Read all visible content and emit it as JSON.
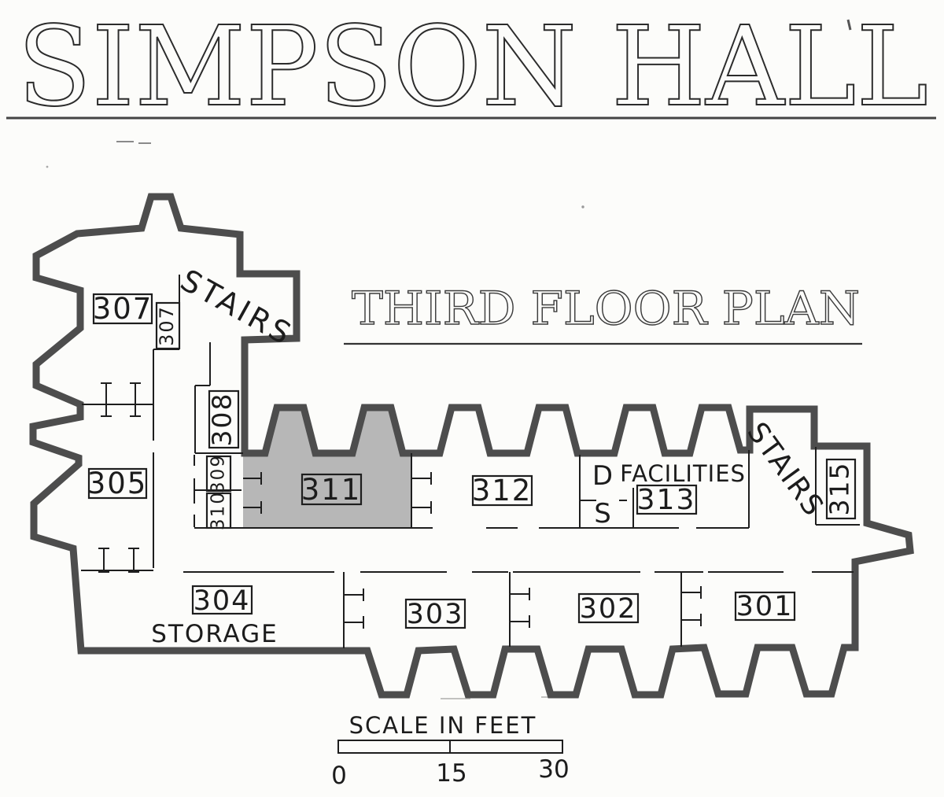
{
  "page": {
    "paper_color": "#fcfcfa"
  },
  "title": {
    "text": "SIMPSON HALL"
  },
  "subtitle": {
    "text": "THIRD FLOOR PLAN"
  },
  "plan": {
    "wall_color": "#4d4d4d",
    "line_color": "#1e1e1e",
    "highlight_fill": "#b7b7b7",
    "highlighted_room": "311",
    "rooms": {
      "r301": "301",
      "r302": "302",
      "r303": "303",
      "r304": "304",
      "r305": "305",
      "r307": "307",
      "r307_door_tag": "307",
      "r308": "308",
      "r309": "309",
      "r310": "310",
      "r311": "311",
      "r312": "312",
      "r313": "313",
      "r315": "315"
    },
    "annotations": {
      "stairs_northwest": "STAIRS",
      "stairs_east": "STAIRS",
      "facilities": "FACILITIES",
      "storage": "STORAGE",
      "fountain_d": "D",
      "sink_s": "S"
    }
  },
  "scale_bar": {
    "caption": "SCALE IN FEET",
    "tick_start": "0",
    "tick_mid": "15",
    "tick_end": "30"
  }
}
